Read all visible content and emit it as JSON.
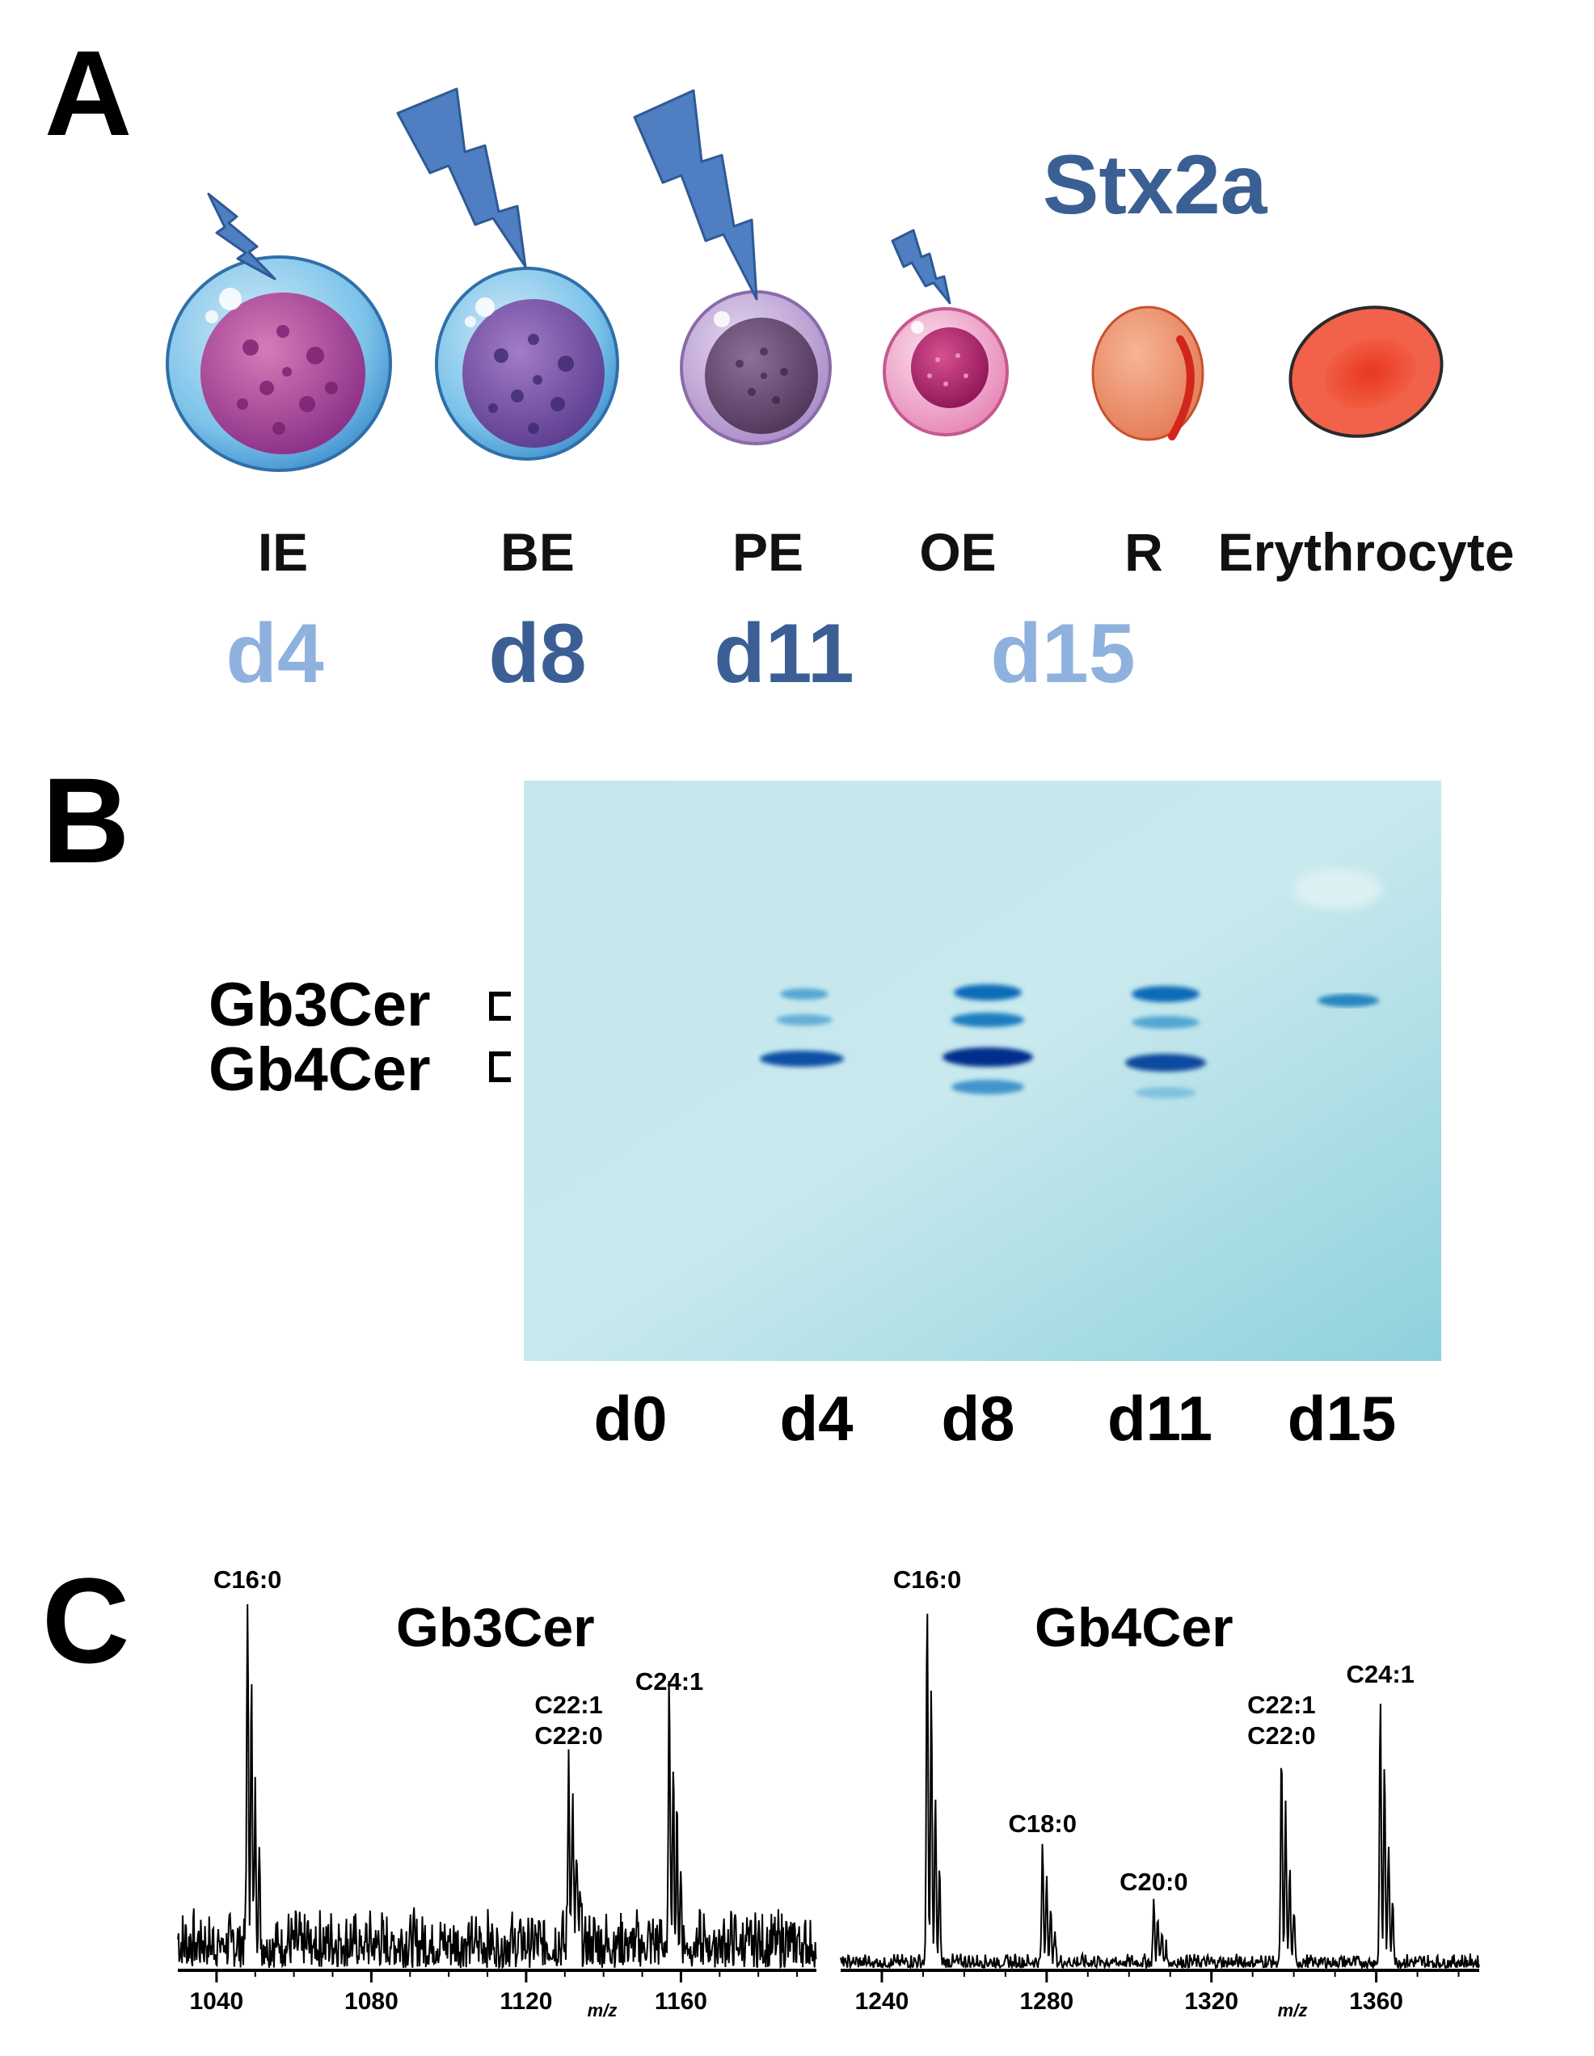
{
  "panels": {
    "a": "A",
    "b": "B",
    "c": "C"
  },
  "toxin": {
    "label": "Stx2a",
    "color": "#3a5f93"
  },
  "stages": [
    {
      "abbr": "IE",
      "day": "d4",
      "bolt": "small"
    },
    {
      "abbr": "BE",
      "day": "d8",
      "bolt": "large"
    },
    {
      "abbr": "PE",
      "day": "d11",
      "bolt": "large"
    },
    {
      "abbr": "OE",
      "day": "d15",
      "bolt": "small"
    },
    {
      "abbr": "R",
      "day": "",
      "bolt": "none"
    },
    {
      "abbr": "Erythrocyte",
      "day": "",
      "bolt": "none"
    }
  ],
  "day_colors": {
    "weak": "#8fb1dd",
    "strong": "#3b5f95"
  },
  "tlc": {
    "band_labels": [
      "Gb3Cer",
      "Gb4Cer"
    ],
    "lanes": [
      "d0",
      "d4",
      "d8",
      "d11",
      "d15"
    ]
  },
  "spectra": [
    {
      "title": "Gb3Cer",
      "axis_label": "m/z",
      "xlim": [
        1030,
        1195
      ],
      "ticks": [
        1040,
        1080,
        1120,
        1160
      ],
      "peaks": [
        {
          "label": "C16:0",
          "mz": 1048,
          "rel": 1.0
        },
        {
          "label": "C22:1\nC22:0",
          "mz": 1131,
          "rel": 0.57
        },
        {
          "label": "C24:1",
          "mz": 1157,
          "rel": 0.72
        }
      ]
    },
    {
      "title": "Gb4Cer",
      "axis_label": "m/z",
      "xlim": [
        1230,
        1385
      ],
      "ticks": [
        1240,
        1280,
        1320,
        1360
      ],
      "peaks": [
        {
          "label": "C16:0",
          "mz": 1251,
          "rel": 1.0
        },
        {
          "label": "C18:0",
          "mz": 1279,
          "rel": 0.33
        },
        {
          "label": "C20:0",
          "mz": 1306,
          "rel": 0.17
        },
        {
          "label": "C22:1\nC22:0",
          "mz": 1337,
          "rel": 0.57
        },
        {
          "label": "C24:1",
          "mz": 1361,
          "rel": 0.74
        }
      ]
    }
  ]
}
